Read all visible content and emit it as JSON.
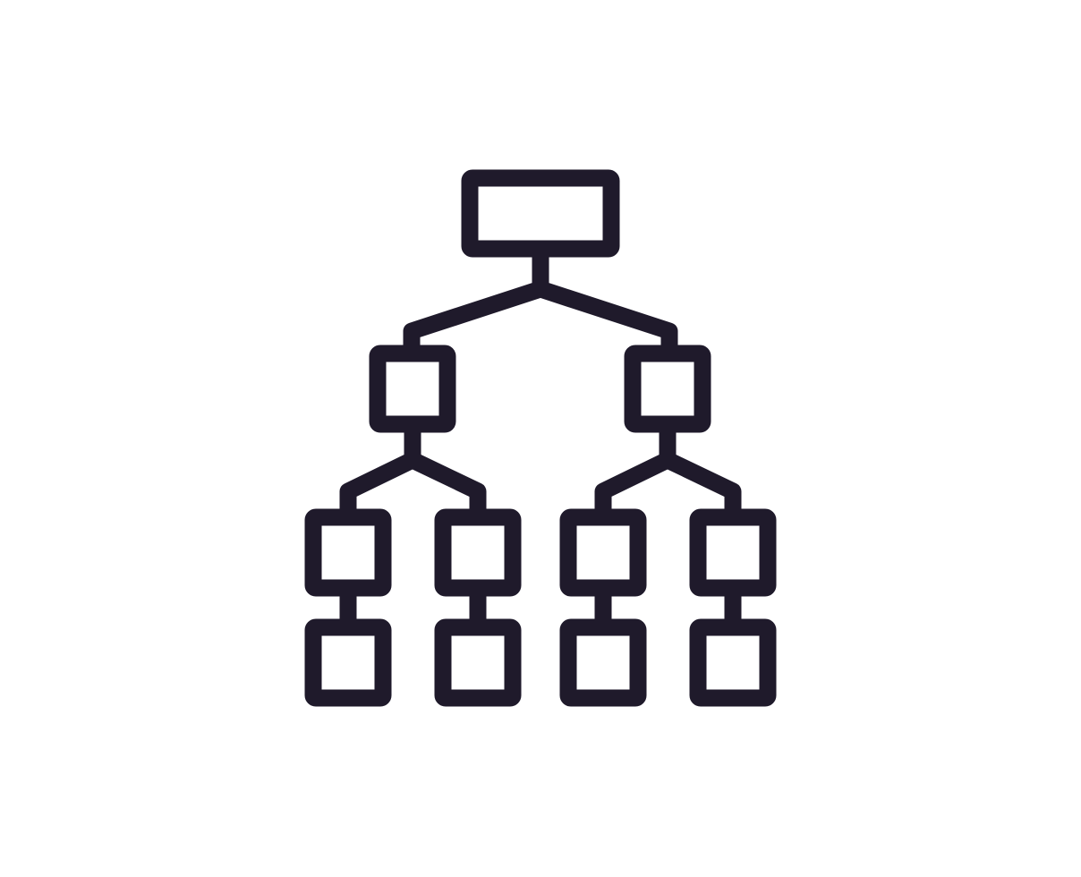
{
  "icon": {
    "name": "hierarchy-tree-icon",
    "stroke_color": "#1f1a2b",
    "background_color": "#ffffff",
    "style": "outline"
  },
  "tree": {
    "levels": [
      1,
      2,
      4,
      4
    ]
  }
}
